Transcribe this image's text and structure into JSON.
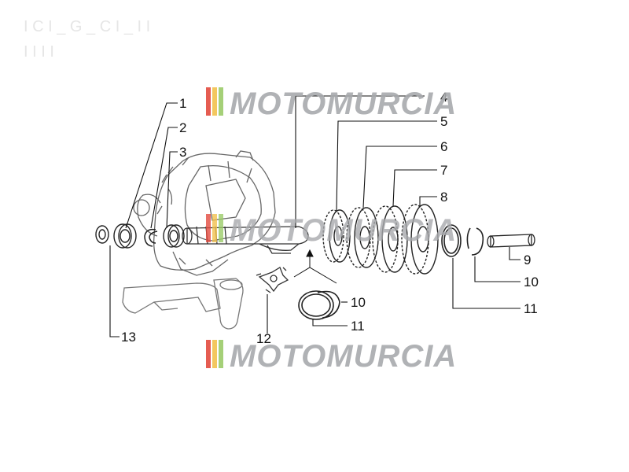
{
  "header": {
    "faint_line_1": "I C I _ G _ C I _ I  I",
    "faint_line_2": "I I  I I"
  },
  "watermark": {
    "brand": "MOTOMURCIA",
    "stripe_colors": [
      "#e34b3f",
      "#f2c14e",
      "#9ccc6a"
    ],
    "text_color": "#a8aaad"
  },
  "callouts": [
    {
      "id": "1",
      "label": "1"
    },
    {
      "id": "2",
      "label": "2"
    },
    {
      "id": "3",
      "label": "3"
    },
    {
      "id": "4",
      "label": "4"
    },
    {
      "id": "5",
      "label": "5"
    },
    {
      "id": "6",
      "label": "6"
    },
    {
      "id": "7",
      "label": "7"
    },
    {
      "id": "8",
      "label": "8"
    },
    {
      "id": "9",
      "label": "9"
    },
    {
      "id": "10a",
      "label": "10"
    },
    {
      "id": "10b",
      "label": "10"
    },
    {
      "id": "11a",
      "label": "11"
    },
    {
      "id": "11b",
      "label": "11"
    },
    {
      "id": "12",
      "label": "12"
    },
    {
      "id": "13",
      "label": "13"
    }
  ],
  "colors": {
    "line": "#111111",
    "part_stroke": "#222222",
    "housing_stroke": "#777777"
  }
}
